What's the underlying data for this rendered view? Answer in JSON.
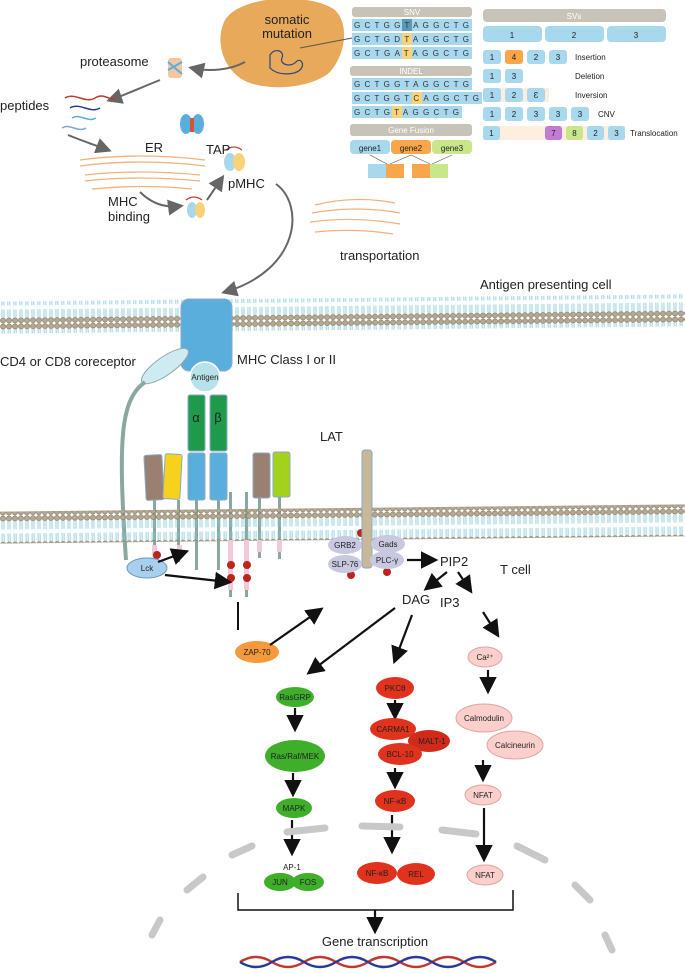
{
  "colors": {
    "cell": "#e9a95a",
    "mhc": "#5aaedc",
    "tcr_green": "#1e9a4a",
    "green_path": "#3fae2a",
    "red_path": "#e0321c",
    "pink_path": "#fbd0cc",
    "zap70": "#f59a3c",
    "membrane": "#9fd8e4",
    "sv_blue": "#a8d8ee",
    "orange": "#f7a64a",
    "purple": "#c47bd4",
    "lime": "#c8e68a",
    "highlight": "#f9d27a"
  },
  "cell": {
    "label": "somatic mutation"
  },
  "labels": {
    "proteasome": "proteasome",
    "peptides": "peptides",
    "er": "ER",
    "tap": "TAP",
    "mhc_binding_1": "MHC",
    "mhc_binding_2": "binding",
    "pmhc": "pMHC",
    "transportation": "transportation",
    "apc": "Antigen presenting cell",
    "coreceptor": "CD4 or CD8 coreceptor",
    "mhc_class": "MHC  Class I or II",
    "antigen": "Antigen",
    "alpha": "α",
    "beta": "β",
    "lat": "LAT",
    "t_cell": "T cell",
    "lck": "Lck",
    "zap70": "ZAP-70",
    "grb2": "GRB2",
    "gads": "Gads",
    "slp76": "SLP-76",
    "plcg": "PLC-γ",
    "pip2": "PIP2",
    "dag": "DAG",
    "ip3": "IP3",
    "gene_transcription": "Gene transcription"
  },
  "green_pathway": {
    "rasgrp": "RasGRP",
    "rasrafmek": "Ras/Raf/MEK",
    "mapk": "MAPK",
    "ap1": "AP-1",
    "jun": "JUN",
    "fos": "FOS"
  },
  "red_pathway": {
    "pkc": "PKCθ",
    "carma1": "CARMA1",
    "malt1": "MALT-1",
    "bcl10": "BCL-10",
    "nfkb1": "NF-κB",
    "nfkb2": "NF-κB",
    "rel": "REL"
  },
  "pink_pathway": {
    "ca": "Ca²⁺",
    "calmodulin": "Calmodulin",
    "calcineurin": "Calcineurin",
    "nfat1": "NFAT",
    "nfat2": "NFAT"
  },
  "snv": {
    "title": "SNV",
    "rows": [
      "GCTGGTAGGCTG",
      "GCTGDTAGGCTG",
      "GCTGATAGGCTG"
    ]
  },
  "indel": {
    "title": "INDEL",
    "rows": [
      "GCTGGTAGGCTG",
      "GCTGGTCAGGCTG",
      "GCTGTAGGCTG"
    ]
  },
  "fusion": {
    "title": "Gene Fusion",
    "genes": [
      "gene1",
      "gene2",
      "gene3"
    ]
  },
  "svs": {
    "title": "SVs",
    "ref": [
      "1",
      "2",
      "3"
    ],
    "rows": [
      {
        "label": "Insertion",
        "blocks": [
          "1",
          "4",
          "2",
          "3"
        ]
      },
      {
        "label": "Deletion",
        "blocks": [
          "1",
          "3"
        ]
      },
      {
        "label": "Inversion",
        "blocks": [
          "1",
          "2",
          "Ɛ"
        ]
      },
      {
        "label": "CNV",
        "blocks": [
          "1",
          "2",
          "3",
          "3",
          "3"
        ]
      },
      {
        "label": "Translocation",
        "blocks": [
          "1",
          "7",
          "8",
          "2",
          "3"
        ]
      }
    ]
  }
}
